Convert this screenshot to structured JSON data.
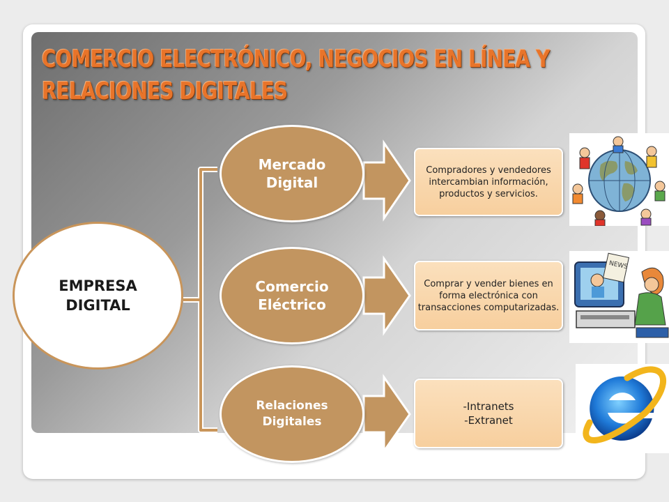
{
  "title": {
    "line1": "COMERCIO ELECTRÓNICO, NEGOCIOS EN LÍNEA Y",
    "line2": "RELACIONES DIGITALES"
  },
  "root": {
    "label": "EMPRESA\nDIGITAL"
  },
  "nodes": [
    {
      "label": "Mercado\nDigital",
      "description": "Compradores y vendedores intercambian información, productos y servicios."
    },
    {
      "label": "Comercio\nEléctrico",
      "description": "Comprar y vender bienes en forma electrónica con transacciones computarizadas."
    },
    {
      "label": "Relaciones\nDigitales",
      "description": "-Intranets\n-Extranet"
    }
  ],
  "colors": {
    "title": "#e8742a",
    "node_fill": "#c29560",
    "box_fill": "#f7cf9e",
    "bracket": "#c9955a"
  },
  "images": [
    {
      "icon": "children-around-globe-illustration"
    },
    {
      "icon": "person-at-computer-reading-news-illustration"
    },
    {
      "icon": "internet-explorer-logo"
    }
  ]
}
